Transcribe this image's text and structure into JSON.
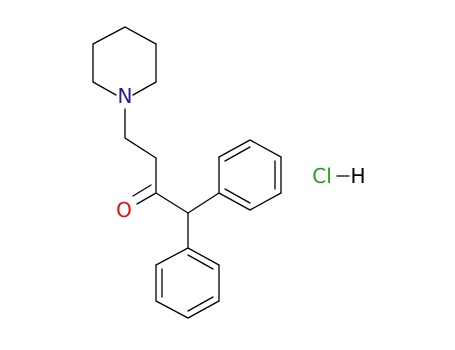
{
  "molecule": {
    "atoms": {
      "nitrogen": "N",
      "oxygen": "O",
      "chlorine": "Cl",
      "hydrogen": "H"
    },
    "colors": {
      "bond": "#000000",
      "nitrogen": "#1f1f8f",
      "oxygen": "#e01010",
      "chlorine": "#1fa01f",
      "hydrogen": "#000000"
    }
  }
}
